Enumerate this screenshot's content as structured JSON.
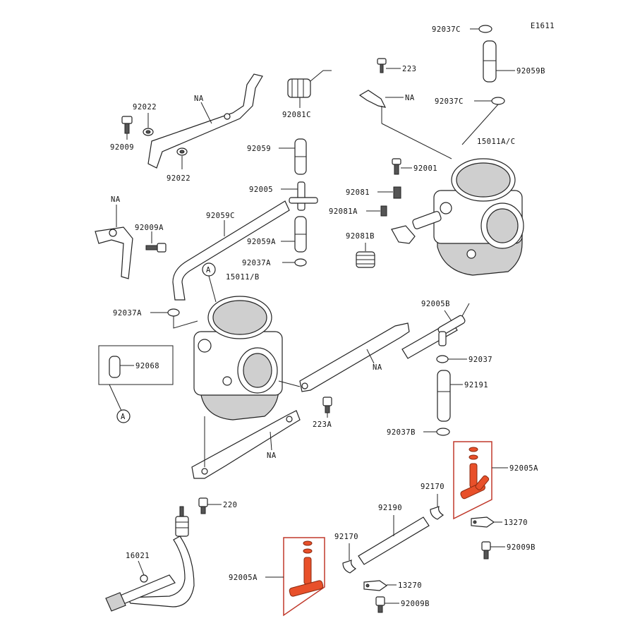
{
  "diagram_code": "E1611",
  "accent_color": "#e8502a",
  "frame_color": "#c0392b",
  "callouts": [
    {
      "id": "c-92037c-top",
      "text": "92037C"
    },
    {
      "id": "c-92059b",
      "text": "92059B"
    },
    {
      "id": "c-223",
      "text": "223"
    },
    {
      "id": "c-na-bracket-top",
      "text": "NA"
    },
    {
      "id": "c-92037c-mid",
      "text": "92037C"
    },
    {
      "id": "c-15011ac",
      "text": "15011A/C"
    },
    {
      "id": "c-92001",
      "text": "92001"
    },
    {
      "id": "c-92081",
      "text": "92081"
    },
    {
      "id": "c-92081a",
      "text": "92081A"
    },
    {
      "id": "c-92081b",
      "text": "92081B"
    },
    {
      "id": "c-92022-top",
      "text": "92022"
    },
    {
      "id": "c-na-plate-top",
      "text": "NA"
    },
    {
      "id": "c-92009-top",
      "text": "92009"
    },
    {
      "id": "c-92022-bot",
      "text": "92022"
    },
    {
      "id": "c-92081c",
      "text": "92081C"
    },
    {
      "id": "c-92059",
      "text": "92059"
    },
    {
      "id": "c-92005",
      "text": "92005"
    },
    {
      "id": "c-92059a",
      "text": "92059A"
    },
    {
      "id": "c-92037a-mid",
      "text": "92037A"
    },
    {
      "id": "c-na-left",
      "text": "NA"
    },
    {
      "id": "c-92009a",
      "text": "92009A"
    },
    {
      "id": "c-92059c",
      "text": "92059C"
    },
    {
      "id": "c-a-top",
      "text": "A"
    },
    {
      "id": "c-15011b",
      "text": "15011/B"
    },
    {
      "id": "c-92037a-left",
      "text": "92037A"
    },
    {
      "id": "c-92068",
      "text": "92068"
    },
    {
      "id": "c-a-bottom",
      "text": "A"
    },
    {
      "id": "c-92005b",
      "text": "92005B"
    },
    {
      "id": "c-na-mid",
      "text": "NA"
    },
    {
      "id": "c-92037",
      "text": "92037"
    },
    {
      "id": "c-92191",
      "text": "92191"
    },
    {
      "id": "c-223a",
      "text": "223A"
    },
    {
      "id": "c-92037b",
      "text": "92037B"
    },
    {
      "id": "c-na-lower",
      "text": "NA"
    },
    {
      "id": "c-92005a-right",
      "text": "92005A"
    },
    {
      "id": "c-220",
      "text": "220"
    },
    {
      "id": "c-92170-right",
      "text": "92170"
    },
    {
      "id": "c-92190",
      "text": "92190"
    },
    {
      "id": "c-13270-right",
      "text": "13270"
    },
    {
      "id": "c-92009b-right",
      "text": "92009B"
    },
    {
      "id": "c-16021",
      "text": "16021"
    },
    {
      "id": "c-92170-left",
      "text": "92170"
    },
    {
      "id": "c-92005a-left",
      "text": "92005A"
    },
    {
      "id": "c-13270-left",
      "text": "13270"
    },
    {
      "id": "c-92009b-left",
      "text": "92009B"
    }
  ]
}
